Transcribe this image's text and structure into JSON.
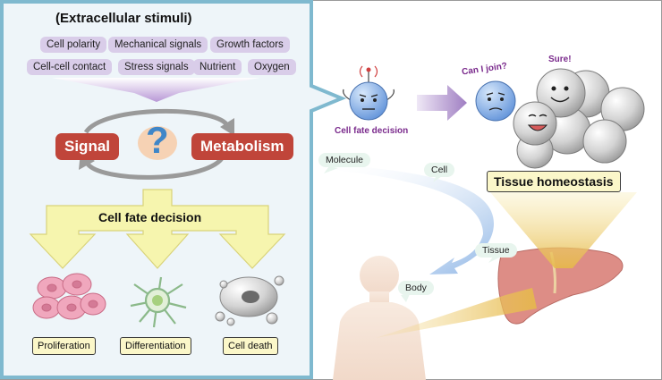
{
  "panel": {
    "title": "(Extracellular stimuli)",
    "stimuli": [
      "Cell polarity",
      "Mechanical signals",
      "Growth factors",
      "Cell-cell contact",
      "Stress signals",
      "Nutrient",
      "Oxygen"
    ],
    "signal_label": "Signal",
    "metabolism_label": "Metabolism",
    "question_mark": "?",
    "decision_label": "Cell fate decision",
    "outcomes": [
      "Proliferation",
      "Differentiation",
      "Cell death"
    ]
  },
  "right": {
    "cell_fate_label": "Cell fate decision",
    "can_i_join": "Can I join?",
    "sure": "Sure!",
    "tissue_homeostasis": "Tissue homeostasis",
    "scales": {
      "molecule": "Molecule",
      "cell": "Cell",
      "tissue": "Tissue",
      "body": "Body"
    }
  },
  "colors": {
    "panel_border": "#7fb9cf",
    "panel_fill": "#eef5f9",
    "chip_fill": "#d9cde9",
    "red_box": "#c0453a",
    "yellow_arrow": "#f6f5ae",
    "cell_blue": "#6e9ee0",
    "liver": "#dc8c85",
    "purple_text": "#7a2a8c"
  }
}
